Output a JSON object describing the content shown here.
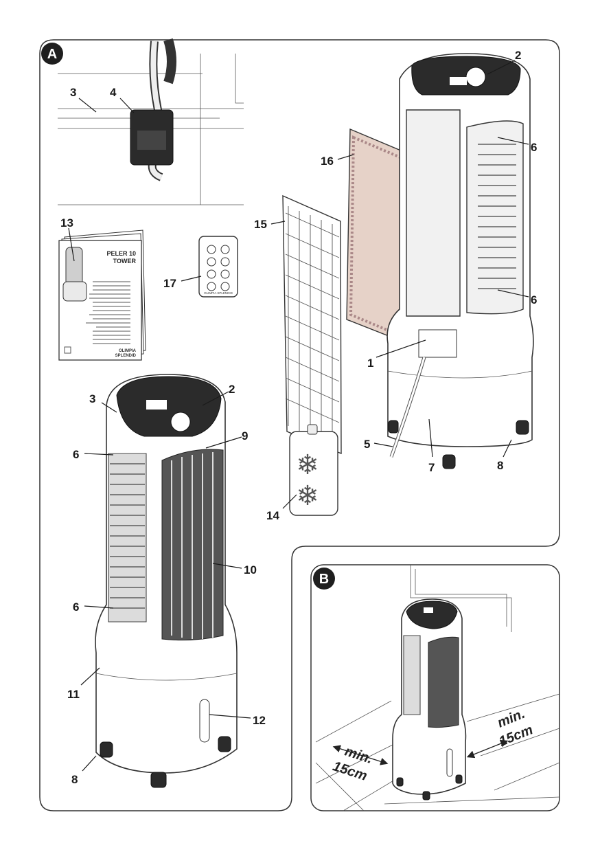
{
  "panels": {
    "a": "A",
    "b": "B"
  },
  "callouts": {
    "top_right": [
      "2",
      "6",
      "16",
      "15",
      "6",
      "1",
      "5",
      "7",
      "8",
      "14"
    ],
    "detail": [
      "3",
      "4"
    ],
    "left": [
      "13",
      "17",
      "3",
      "2",
      "9",
      "6",
      "10",
      "6",
      "11",
      "12",
      "8"
    ]
  },
  "manual": {
    "title_line1": "PELER 10",
    "title_line2": "TOWER",
    "brand_line1": "OLIMPIA",
    "brand_line2": "SPLENDID"
  },
  "remote": {
    "brand": "OLIMPIA SPLENDID"
  },
  "clearance": {
    "right": {
      "line1": "min.",
      "line2": "15cm"
    },
    "left": {
      "line1": "min.",
      "line2": "15cm"
    }
  },
  "colors": {
    "badge": "#1e1e1e",
    "outline": "#333333"
  }
}
